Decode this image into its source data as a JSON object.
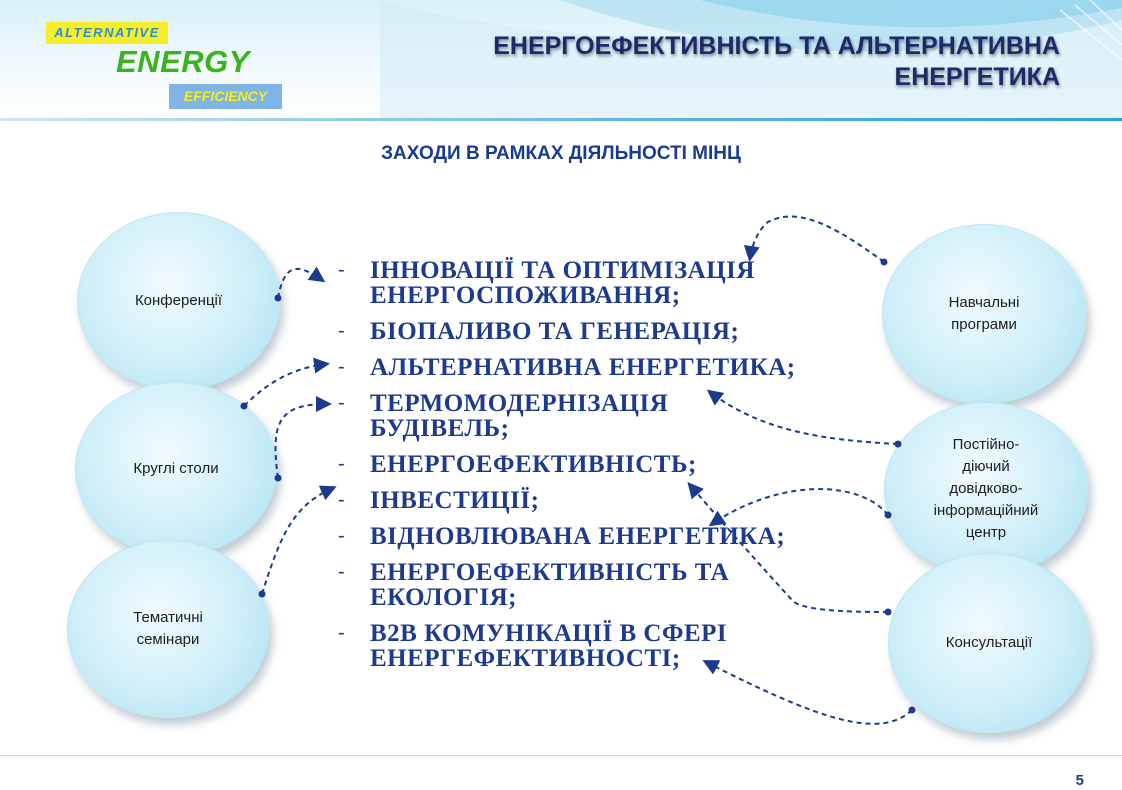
{
  "logo": {
    "alternative": "ALTERNATIVE",
    "energy": "ENERGY",
    "efficiency": "EFFICIENCY"
  },
  "title": {
    "line1": "ЕНЕРГОЕФЕКТИВНІСТЬ ТА АЛЬТЕРНАТИВНА",
    "line2": "ЕНЕРГЕТИКА"
  },
  "subtitle": "ЗАХОДИ В РАМКАХ ДІЯЛЬНОСТІ МІНЦ",
  "left_circles": {
    "conferences": "Конференції",
    "round_tables": "Круглі столи",
    "seminars_1": "Тематичні",
    "seminars_2": "семінари"
  },
  "right_circles": {
    "programs_1": "Навчальні",
    "programs_2": "програми",
    "center_1": "Постійно-",
    "center_2": "діючий",
    "center_3": "довідково-",
    "center_4": "інформаційний",
    "center_5": "центр",
    "consultations": "Консультації"
  },
  "topics": {
    "dash": "-",
    "t1a": "ІННОВАЦІЇ ТА ОПТИМІЗАЦІЯ",
    "t1b": "ЕНЕРГОСПОЖИВАННЯ;",
    "t2": "БІОПАЛИВО ТА ГЕНЕРАЦІЯ;",
    "t3": "АЛЬТЕРНАТИВНА ЕНЕРГЕТИКА;",
    "t4a": "ТЕРМОМОДЕРНІЗАЦІЯ",
    "t4b": "БУДІВЕЛЬ;",
    "t5": "ЕНЕРГОЕФЕКТИВНІСТЬ;",
    "t6": "ІНВЕСТИЦІЇ;",
    "t7": "ВІДНОВЛЮВАНА ЕНЕРГЕТИКА;",
    "t8a": "ЕНЕРГОЕФЕКТИВНІСТЬ ТА",
    "t8b": "ЕКОЛОГІЯ;",
    "t9a": "B2B КОМУНІКАЦІЇ  В СФЕРІ",
    "t9b": "ЕНЕРГЕФЕКТИВНОСТІ;"
  },
  "page_number": "5",
  "colors": {
    "title": "#1b2a6b",
    "list_text": "#1d3a8c",
    "arrow": "#1d3a8c",
    "circle_fill": "#cdeef8",
    "logo_green": "#3cb21d",
    "logo_yellow": "#f7ee2a"
  }
}
